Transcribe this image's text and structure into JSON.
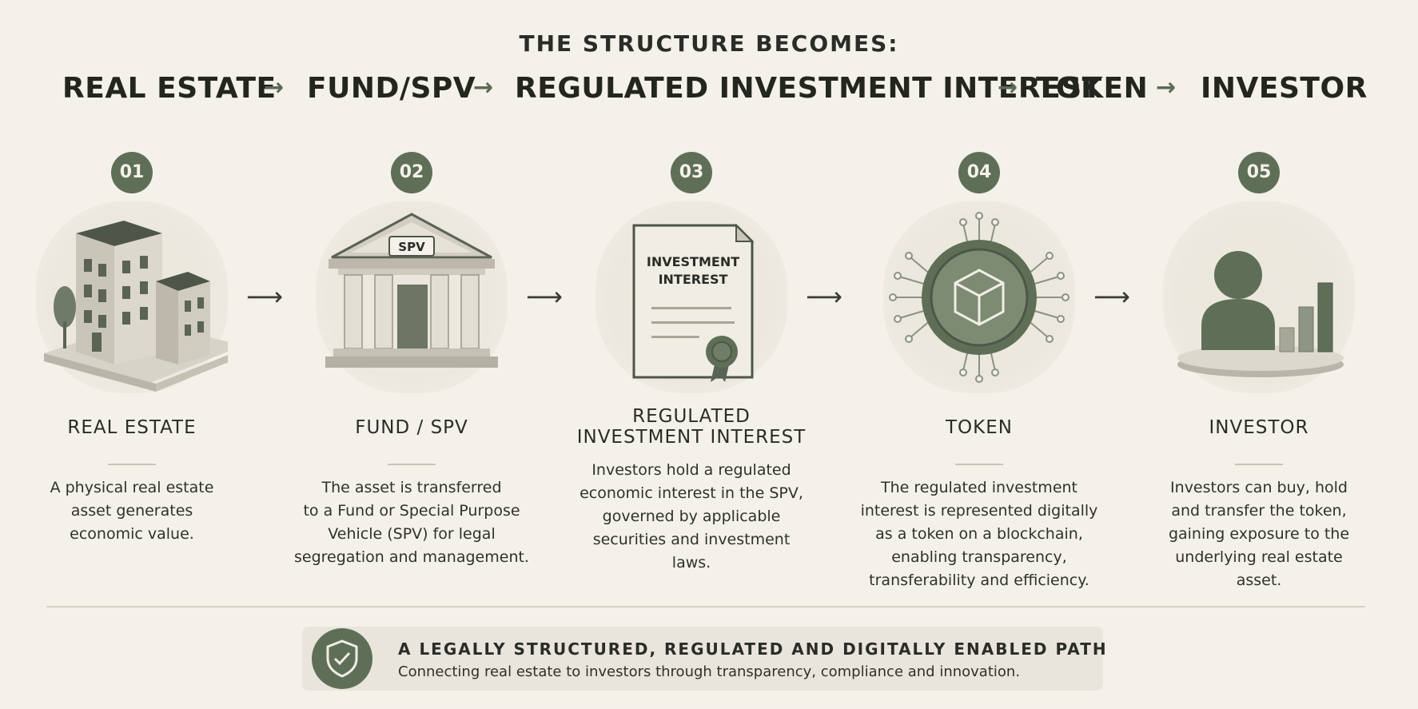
{
  "title": "THE STRUCTURE BECOMES:",
  "flow": [
    "REAL ESTATE",
    "FUND/SPV",
    "REGULATED INVESTMENT INTEREST",
    "TOKEN",
    "INVESTOR"
  ],
  "steps": [
    {
      "number": "01",
      "title": "REAL ESTATE",
      "title2": "",
      "description": [
        "A physical real estate",
        "asset generates",
        "economic value."
      ],
      "icon": "building-icon"
    },
    {
      "number": "02",
      "title": "FUND / SPV",
      "title2": "",
      "description": [
        "The asset is transferred",
        "to a Fund or Special Purpose",
        "Vehicle (SPV) for legal",
        "segregation and management."
      ],
      "icon": "bank-icon",
      "icon_label": "SPV"
    },
    {
      "number": "03",
      "title": "REGULATED",
      "title2": "INVESTMENT INTEREST",
      "description": [
        "Investors hold a regulated",
        "economic interest in the SPV,",
        "governed by applicable",
        "securities and investment laws."
      ],
      "icon": "certificate-icon",
      "icon_label_1": "INVESTMENT",
      "icon_label_2": "INTEREST"
    },
    {
      "number": "04",
      "title": "TOKEN",
      "title2": "",
      "description": [
        "The regulated investment",
        "interest is represented digitally",
        "as a token on a blockchain,",
        "enabling transparency,",
        "transferability and efficiency."
      ],
      "icon": "token-icon"
    },
    {
      "number": "05",
      "title": "INVESTOR",
      "title2": "",
      "description": [
        "Investors can buy, hold",
        "and transfer the token,",
        "gaining exposure to the",
        "underlying real estate",
        "asset."
      ],
      "icon": "investor-icon"
    }
  ],
  "footer": {
    "heading": "A LEGALLY STRUCTURED, REGULATED AND DIGITALLY ENABLED PATH",
    "subtext": "Connecting real estate to investors through transparency, compliance and innovation.",
    "icon": "shield-check-icon"
  },
  "colors": {
    "background": "#f4f1ea",
    "accent": "#5f6f57",
    "text": "#2a2c28"
  }
}
